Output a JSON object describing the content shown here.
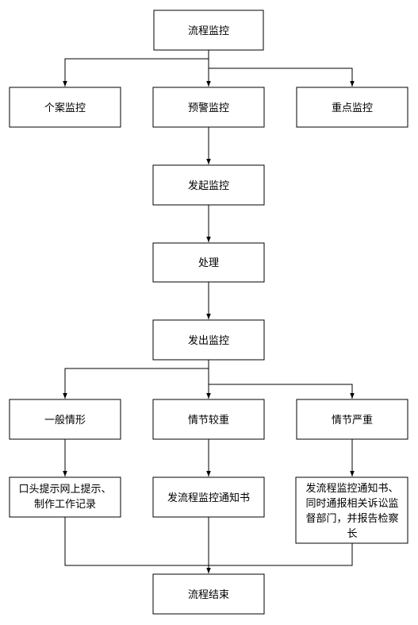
{
  "nodes": {
    "start": "流程监控",
    "case": "个案监控",
    "warning": "预警监控",
    "key": "重点监控",
    "initiate": "发起监控",
    "process": "处理",
    "issue": "发出监控",
    "general": "一般情形",
    "moderate": "情节较重",
    "serious": "情节严重",
    "action_general": [
      "口头提示网上提示、",
      "制作工作记录"
    ],
    "action_moderate": "发流程监控通知书",
    "action_serious": [
      "发流程监控通知书、",
      "同时通报相关诉讼监",
      "督部门，并报告检察",
      "长"
    ],
    "end": "流程结束"
  }
}
